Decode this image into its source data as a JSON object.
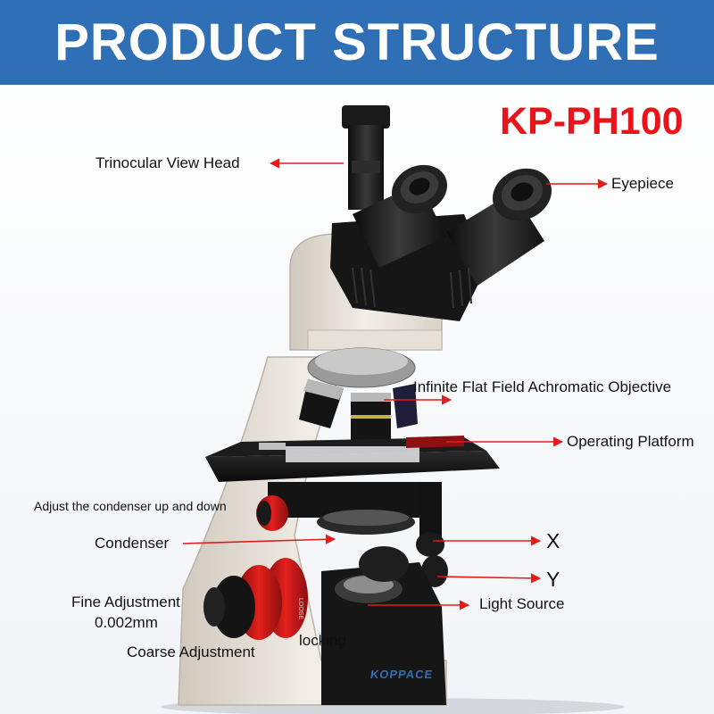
{
  "header": {
    "title": "PRODUCT STRUCTURE"
  },
  "model": "KP-PH100",
  "brand": "KOPPACE",
  "colors": {
    "banner": "#2f6fb6",
    "accent": "#e8141b",
    "arrow": "#e21b1b"
  },
  "labels": {
    "head": "Trinocular View Head",
    "eyepiece": "Eyepiece",
    "objective": "Infinite Flat Field Achromatic Objective",
    "platform": "Operating Platform",
    "condenser_adjust": "Adjust the condenser up and down",
    "condenser": "Condenser",
    "x": "X",
    "y": "Y",
    "fine_line1": "Fine Adjustment",
    "fine_line2": "0.002mm",
    "light": "Light Source",
    "locking": "locking",
    "coarse": "Coarse Adjustment"
  }
}
